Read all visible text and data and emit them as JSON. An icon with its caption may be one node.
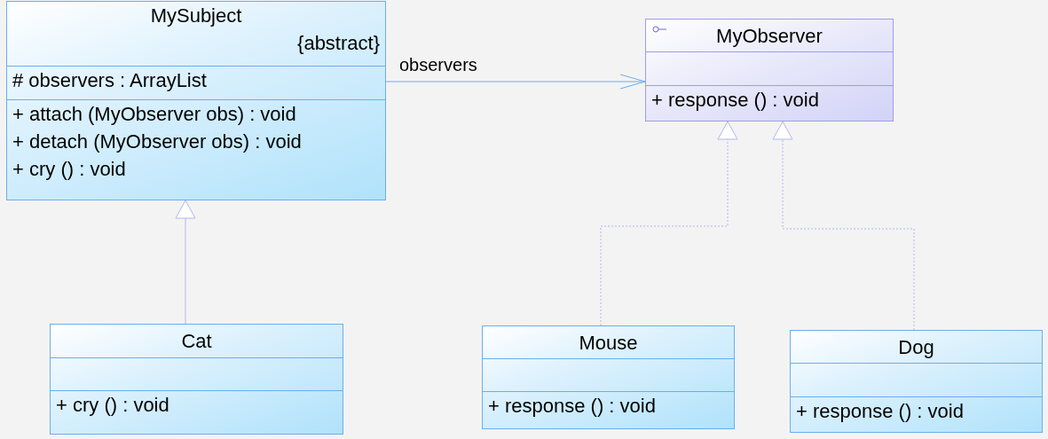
{
  "diagram": {
    "nodes": [
      {
        "text": [
          "MySubject",
          "{abstract}",
          "# observers : ArrayList",
          "+ attach (MyObserver obs) : void",
          "+ detach (MyObserver obs) : void",
          "+ cry () : void"
        ]
      },
      {
        "text": [
          "MyObserver",
          "+ response () : void"
        ]
      },
      {
        "text": [
          "Cat",
          "+ cry () : void"
        ]
      },
      {
        "text": [
          "Mouse",
          "+ response () : void"
        ]
      },
      {
        "text": [
          "Dog",
          "+ response () : void"
        ]
      }
    ],
    "edges": [
      {
        "from": 0,
        "to": 1,
        "arrow": "to",
        "label": "observers",
        "color": "#6aaeee"
      },
      {
        "from": 2,
        "to": 0,
        "arrow": "to"
      },
      {
        "from": 3,
        "to": 1,
        "arrow": "to",
        "style": "dashed"
      },
      {
        "from": 4,
        "to": 1,
        "arrow": "to",
        "style": "dashed"
      }
    ]
  }
}
